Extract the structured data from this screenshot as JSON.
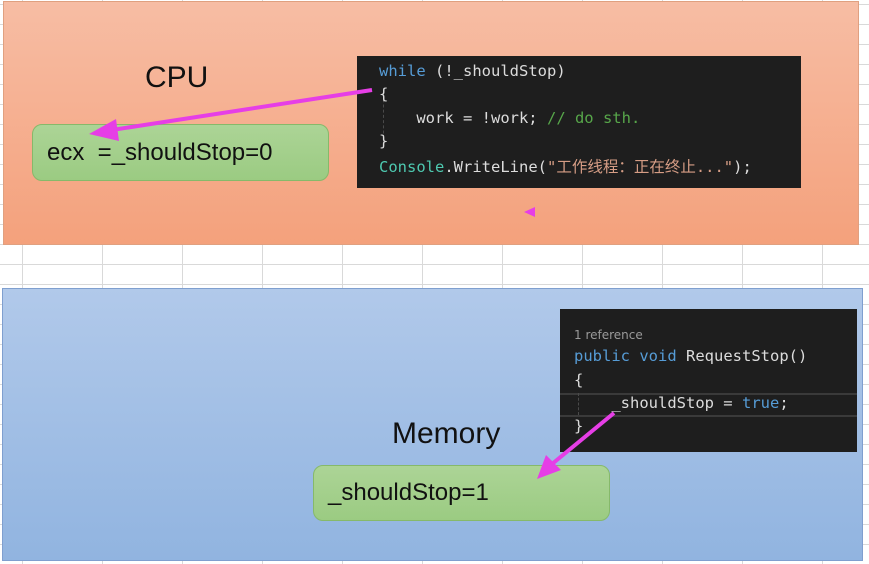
{
  "cpu": {
    "title": "CPU",
    "register_box": "ecx  =_shouldStop=0",
    "code": {
      "line1_keyword": "while",
      "line1_rest": " (!_shouldStop)",
      "line2": "{",
      "line3_code": "    work = !work; ",
      "line3_comment": "// do sth.",
      "line4": "}",
      "line5_type": "Console",
      "line5_method": ".WriteLine(",
      "line5_string": "\"工作线程：正在终止...\"",
      "line5_end": ");"
    }
  },
  "memory": {
    "title": "Memory",
    "value_box": "_shouldStop=1",
    "code": {
      "reference": "1 reference",
      "line1_kw1": "public",
      "line1_kw2": "void",
      "line1_rest": " RequestStop()",
      "line2": "{",
      "line3_code": "    _shouldStop = ",
      "line3_kw": "true",
      "line3_end": ";",
      "line4": "}"
    }
  },
  "colors": {
    "arrow": "#e63ee6",
    "cpu_panel": "#f5ab8a",
    "memory_panel": "#a3c1e7",
    "box_fill": "#a2cf8a"
  }
}
